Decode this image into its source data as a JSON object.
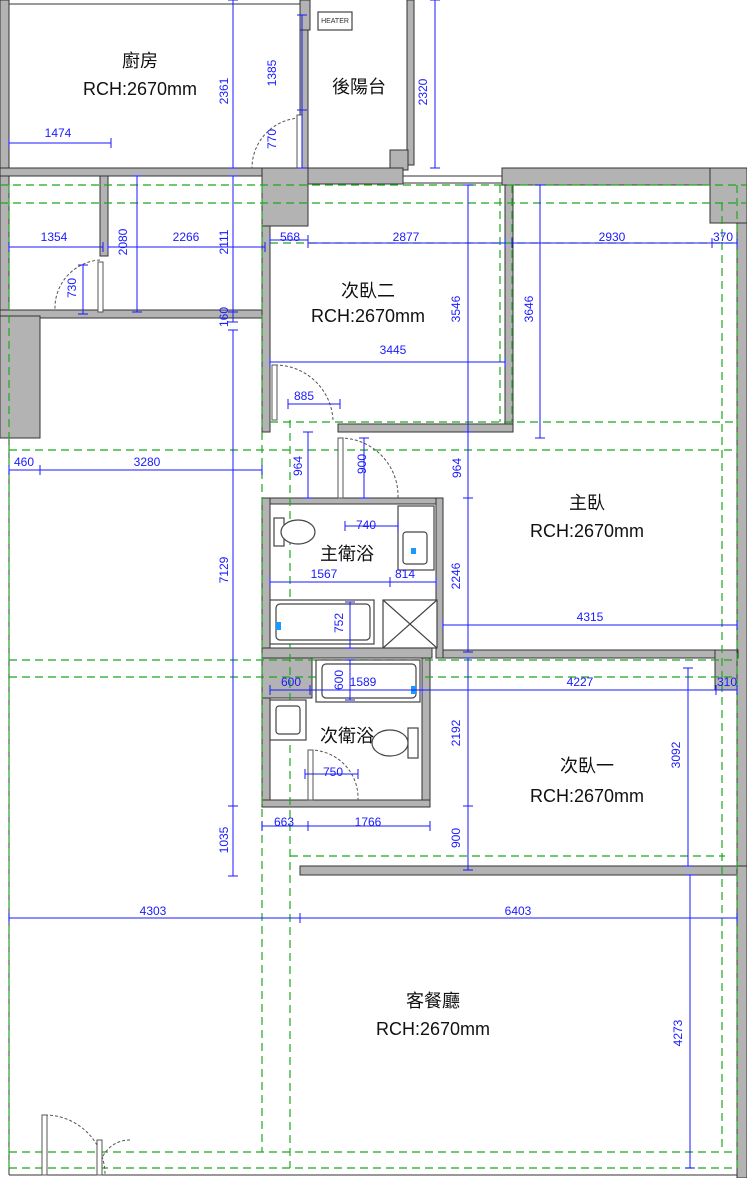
{
  "colors": {
    "wall": "#b3b3b3",
    "wall_outline": "#333333",
    "dimension": "#1a1aff",
    "grid": "#1fa81f",
    "fixture": "#444444"
  },
  "rooms": [
    {
      "name": "廚房",
      "rch": "RCH:2670mm"
    },
    {
      "name": "後陽台",
      "rch": ""
    },
    {
      "name": "次臥二",
      "rch": "RCH:2670mm"
    },
    {
      "name": "主臥",
      "rch": "RCH:2670mm"
    },
    {
      "name": "主衛浴",
      "rch": ""
    },
    {
      "name": "次衛浴",
      "rch": ""
    },
    {
      "name": "次臥一",
      "rch": "RCH:2670mm"
    },
    {
      "name": "客餐廳",
      "rch": "RCH:2670mm"
    }
  ],
  "heater_label": "HEATER",
  "dimensions": [
    "1474",
    "2361",
    "1385",
    "770",
    "2320",
    "1354",
    "2080",
    "2266",
    "2111",
    "568",
    "2877",
    "2930",
    "370",
    "730",
    "160",
    "3546",
    "3646",
    "3445",
    "885",
    "460",
    "3280",
    "964",
    "900",
    "964",
    "740",
    "1567",
    "814",
    "2246",
    "7129",
    "752",
    "4315",
    "600",
    "600",
    "1589",
    "4227",
    "310",
    "2192",
    "3092",
    "750",
    "1035",
    "663",
    "1766",
    "900",
    "4303",
    "6403",
    "4273"
  ]
}
